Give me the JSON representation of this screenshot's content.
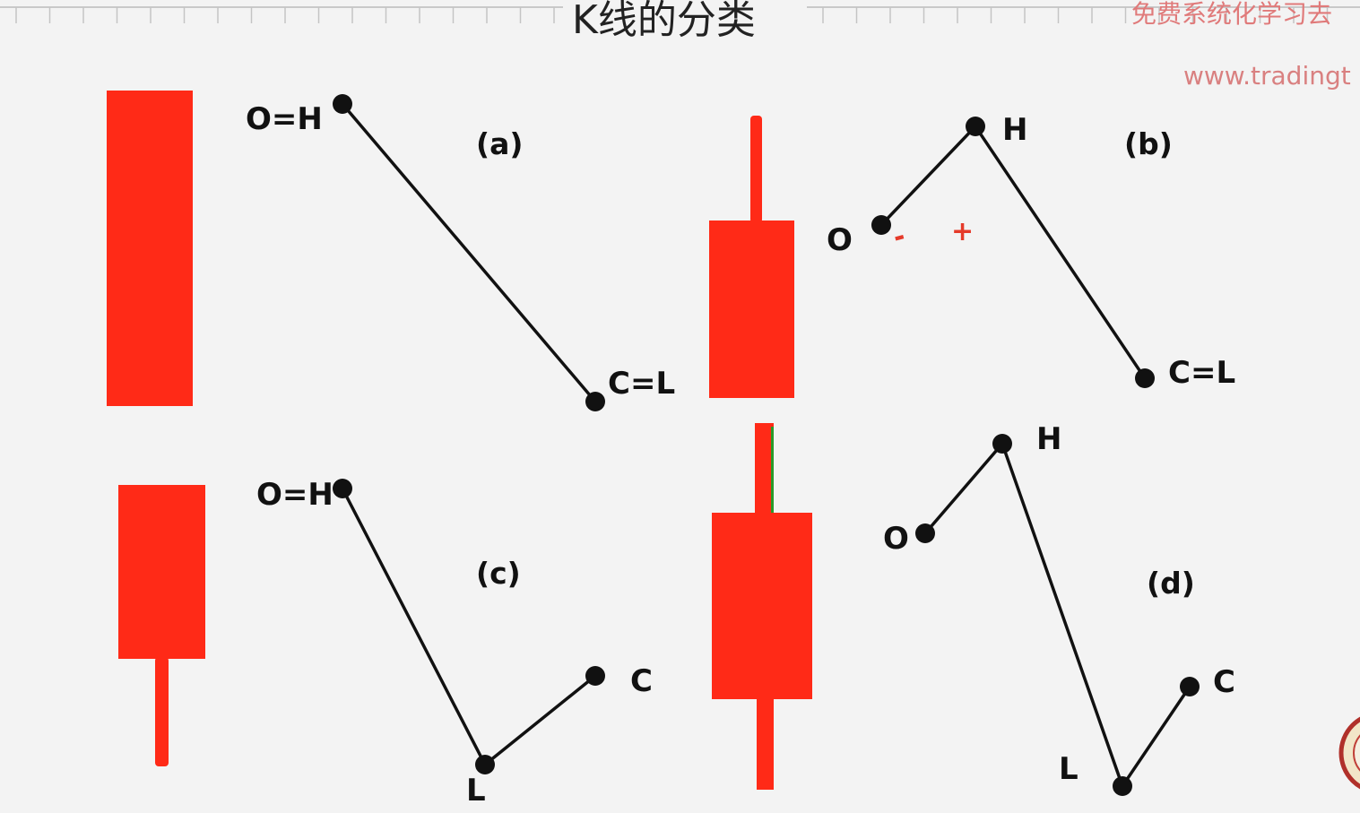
{
  "header": {
    "title": "K线的分类",
    "watermark_cn": "免费系统化学习去",
    "watermark_url": "www.tradingt"
  },
  "colors": {
    "candle": "#ff2a17",
    "line": "#111111",
    "point": "#111111",
    "background": "#f3f3f3"
  },
  "panels": {
    "a": {
      "label": "(a)",
      "o_h": "O=H",
      "c_l": "C=L"
    },
    "b": {
      "label": "(b)",
      "o": "O",
      "h": "H",
      "c_l": "C=L",
      "minus": "-",
      "plus": "+"
    },
    "c": {
      "label": "(c)",
      "o_h": "O=H",
      "l": "L",
      "c": "C"
    },
    "d": {
      "label": "(d)",
      "o": "O",
      "h": "H",
      "l": "L",
      "c": "C"
    }
  }
}
